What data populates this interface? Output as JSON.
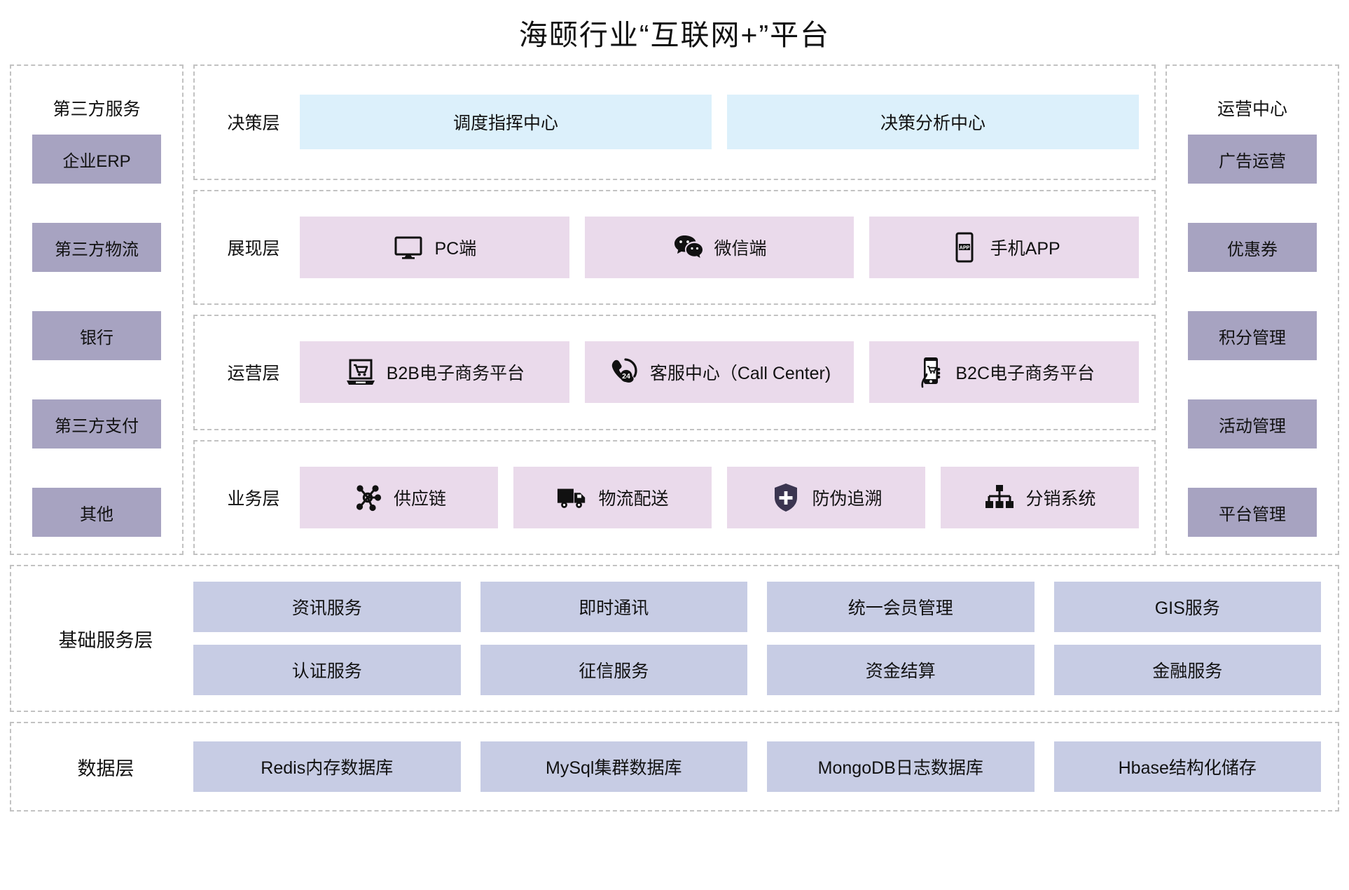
{
  "title": "海颐行业“互联网+”平台",
  "colors": {
    "sidebar_chip": "#a7a3c1",
    "decision_card": "#dcf0fb",
    "layer_card": "#eadaeb",
    "base_chip": "#c7cce4",
    "panel_border": "#c2c2c2"
  },
  "left_sidebar": {
    "title": "第三方服务",
    "items": [
      {
        "label": "企业ERP"
      },
      {
        "label": "第三方物流"
      },
      {
        "label": "银行"
      },
      {
        "label": "第三方支付"
      },
      {
        "label": "其他"
      }
    ]
  },
  "right_sidebar": {
    "title": "运营中心",
    "items": [
      {
        "label": "广告运营"
      },
      {
        "label": "优惠券"
      },
      {
        "label": "积分管理"
      },
      {
        "label": "活动管理"
      },
      {
        "label": "平台管理"
      }
    ]
  },
  "layers": [
    {
      "label": "决策层",
      "style": "blue",
      "cards": [
        {
          "label": "调度指挥中心",
          "icon": ""
        },
        {
          "label": "决策分析中心",
          "icon": ""
        }
      ]
    },
    {
      "label": "展现层",
      "style": "pink",
      "cards": [
        {
          "label": "PC端",
          "icon": "monitor-icon"
        },
        {
          "label": "微信端",
          "icon": "wechat-icon"
        },
        {
          "label": "手机APP",
          "icon": "mobile-app-icon"
        }
      ]
    },
    {
      "label": "运营层",
      "style": "pink",
      "cards": [
        {
          "label": "B2B电子商务平台",
          "icon": "laptop-cart-icon"
        },
        {
          "label": "客服中心（Call Center)",
          "icon": "phone-24h-icon"
        },
        {
          "label": "B2C电子商务平台",
          "icon": "mobile-cart-icon"
        }
      ]
    },
    {
      "label": "业务层",
      "style": "pink",
      "cards": [
        {
          "label": "供应链",
          "icon": "network-hub-icon"
        },
        {
          "label": "物流配送",
          "icon": "truck-icon"
        },
        {
          "label": "防伪追溯",
          "icon": "shield-plus-icon"
        },
        {
          "label": "分销系统",
          "icon": "org-chart-icon"
        }
      ]
    }
  ],
  "base_service": {
    "label": "基础服务层",
    "rows": [
      [
        {
          "label": "资讯服务"
        },
        {
          "label": "即时通讯"
        },
        {
          "label": "统一会员管理"
        },
        {
          "label": "GIS服务"
        }
      ],
      [
        {
          "label": "认证服务"
        },
        {
          "label": "征信服务"
        },
        {
          "label": "资金结算"
        },
        {
          "label": "金融服务"
        }
      ]
    ]
  },
  "data_layer": {
    "label": "数据层",
    "rows": [
      [
        {
          "label": "Redis内存数据库"
        },
        {
          "label": "MySql集群数据库"
        },
        {
          "label": "MongoDB日志数据库"
        },
        {
          "label": "Hbase结构化储存"
        }
      ]
    ]
  }
}
